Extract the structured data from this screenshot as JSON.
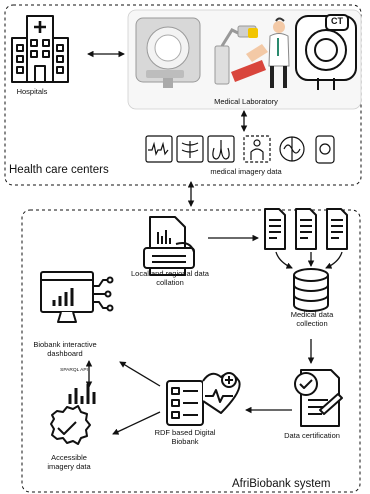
{
  "health_care": {
    "title": "Health care centers",
    "hospitals": "Hospitals",
    "medical_laboratory": "Medical Laboratory",
    "medical_imagery_data": "medical imagery data",
    "ct_label": "CT"
  },
  "afribiobank": {
    "title": "AfriBiobank system",
    "collation": "Local and regional data collation",
    "medical_data_collection": "Medical data collection",
    "dashboard": "Biobank interactive dashboard",
    "sparql_api": "SPARQL API",
    "data_certification": "Data certification",
    "rdf_biobank": "RDF based Digital Biobank",
    "accessible_imagery": "Accessible imagery data"
  },
  "colors": {
    "line": "#111111",
    "skin": "#f3c9a6",
    "red": "#d9453c",
    "yellow": "#f2c500",
    "grey": "#d6d6d6",
    "panel": "#f7f7f7"
  }
}
